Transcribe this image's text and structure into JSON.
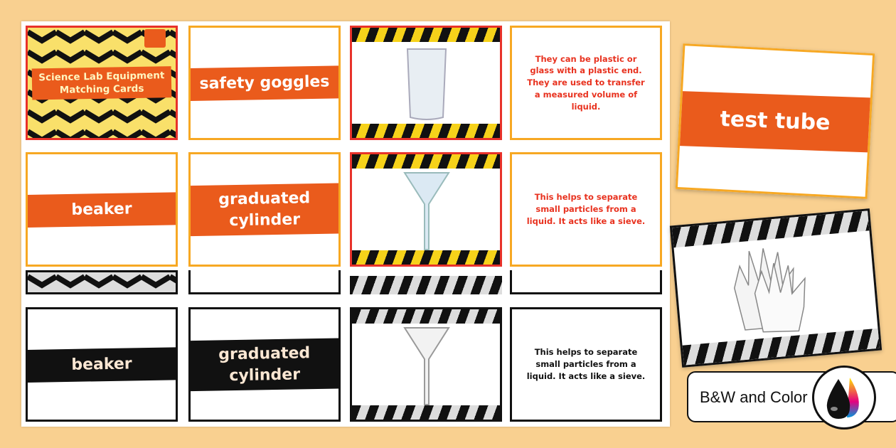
{
  "title_card": {
    "title": "Science Lab Equipment Matching Cards",
    "logo": "twinkl-logo"
  },
  "color_cards": {
    "safety_goggles": "safety goggles",
    "pipette_desc": "They can be plastic or glass with a plastic end. They are used to transfer a measured volume of liquid.",
    "beaker": "beaker",
    "graduated_cylinder": "graduated cylinder",
    "funnel_desc": "This helps to separate small particles from a liquid. It acts like a sieve.",
    "images": [
      "beaker-image",
      "funnel-image"
    ]
  },
  "bw_cards": {
    "beaker": "beaker",
    "graduated_cylinder": "graduated cylinder",
    "funnel_desc": "This helps to separate small particles from a liquid. It acts like a sieve.",
    "images": [
      "funnel-image"
    ]
  },
  "side_cards": {
    "test_tube": "test tube",
    "gloves_image": "gloves-image"
  },
  "badge": {
    "label": "B&W and Color",
    "icon": "ink-drops-icon"
  },
  "colors": {
    "background": "#f9d090",
    "orange": "#ea5b1c",
    "yellow": "#f6d21a",
    "border_orange": "#f7a823"
  }
}
